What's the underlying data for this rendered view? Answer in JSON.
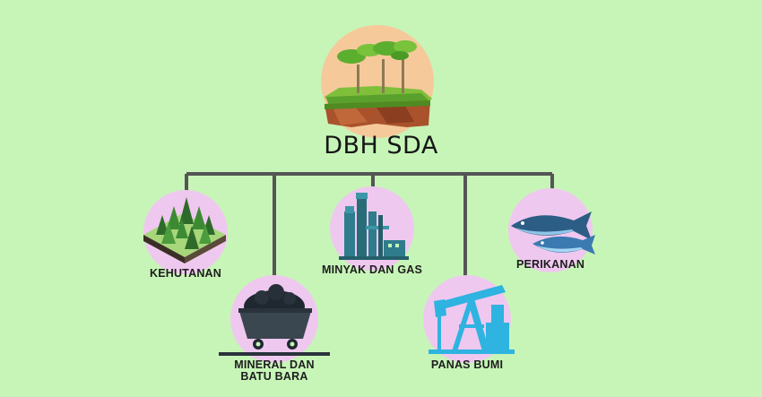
{
  "root": {
    "label": "DBH SDA",
    "icon": "landscape-trees-icon"
  },
  "children": [
    {
      "key": "kehutanan",
      "label": "KEHUTANAN",
      "icon": "forest-icon"
    },
    {
      "key": "mineral",
      "label_line1": "MINERAL DAN",
      "label_line2": "BATU BARA",
      "icon": "coal-cart-icon"
    },
    {
      "key": "migas",
      "label": "MINYAK DAN GAS",
      "icon": "oil-refinery-icon"
    },
    {
      "key": "panas_bumi",
      "label": "PANAS BUMI",
      "icon": "pumpjack-icon"
    },
    {
      "key": "perikanan",
      "label": "PERIKANAN",
      "icon": "fish-icon"
    }
  ],
  "colors": {
    "background": "#c7f5b8",
    "circle_root": "#f6c99b",
    "circle_child": "#efc8ef",
    "connector": "#555555",
    "industrial": "#2f7c8c"
  }
}
